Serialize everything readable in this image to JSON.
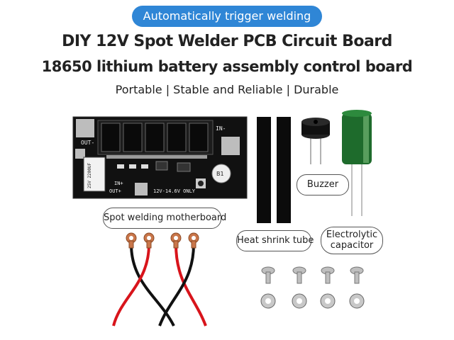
{
  "banner": {
    "text": "Automatically trigger welding"
  },
  "header": {
    "title_line1": "DIY 12V Spot Welder PCB Circuit Board",
    "title_line2": "18650 lithium battery assembly control board",
    "features": "Portable | Stable and Reliable | Durable"
  },
  "board": {
    "label_out_minus": "OUT-",
    "label_in_minus": "IN-",
    "label_in_plus": "IN+",
    "label_out_plus": "OUT+",
    "label_b1": "B1",
    "label_voltage": "12V-14.6V ONLY",
    "cap_marking": "25V 2200UF"
  },
  "callouts": {
    "buzzer": "Buzzer",
    "motherboard": "Spot welding motherboard",
    "heat_shrink": "Heat shrink tube",
    "capacitor_line1": "Electrolytic",
    "capacitor_line2": "capacitor"
  },
  "colors": {
    "banner": "#2f86d6",
    "pcb": "#111111",
    "wire_red": "#d8141b",
    "wire_black": "#111111",
    "copper": "#c9764a",
    "capacitor": "#1e6b2c"
  }
}
